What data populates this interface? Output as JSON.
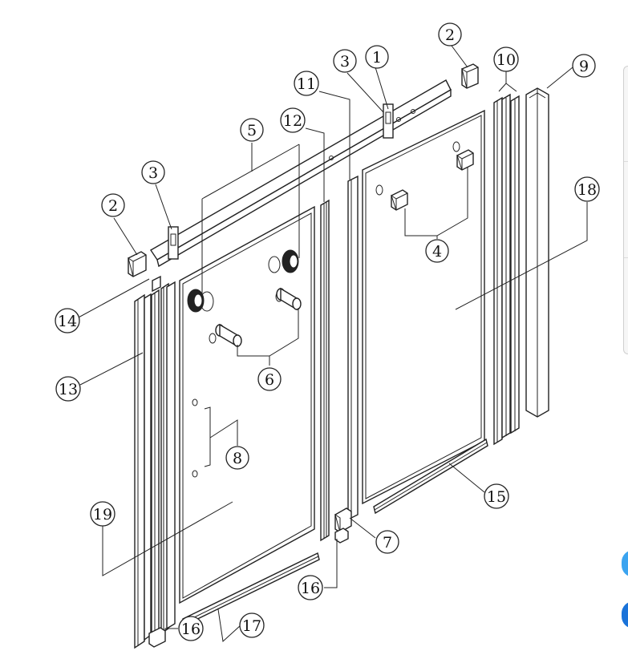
{
  "diagram": {
    "callouts": [
      "1",
      "2",
      "2",
      "3",
      "3",
      "4",
      "5",
      "6",
      "7",
      "8",
      "9",
      "10",
      "11",
      "12",
      "13",
      "14",
      "15",
      "16",
      "16",
      "17",
      "18",
      "19"
    ]
  },
  "colors": {
    "line": "#222222",
    "background": "#ffffff",
    "fab_blue_light": "#3ba4f0",
    "fab_blue_dark": "#1a73d9",
    "side_panel": "#f6f6f6"
  }
}
